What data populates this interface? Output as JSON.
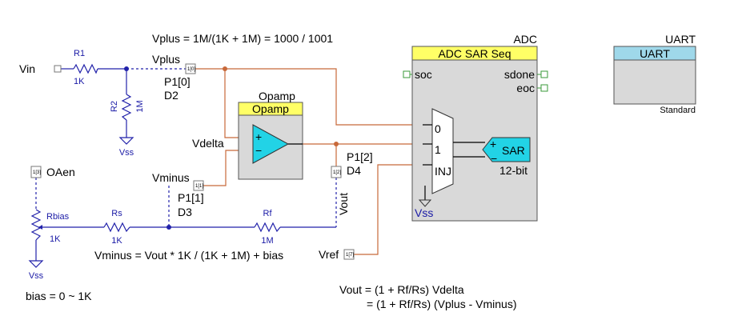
{
  "equations": {
    "vplus": "Vplus = 1M/(1K + 1M) = 1000 / 1001",
    "vminus": "Vminus = Vout * 1K / (1K + 1M) + bias",
    "bias": "bias = 0 ~ 1K",
    "vout1": "Vout = (1 + Rf/Rs) Vdelta",
    "vout2": "= (1 + Rf/Rs) (Vplus - Vminus)"
  },
  "nets": {
    "vin": "Vin",
    "vplus": "Vplus",
    "vdelta": "Vdelta",
    "vminus": "Vminus",
    "vout": "Vout",
    "vref": "Vref",
    "oaen": "OAen"
  },
  "components": {
    "r1": {
      "name": "R1",
      "value": "1K"
    },
    "r2": {
      "name": "R2",
      "value": "1M"
    },
    "rs": {
      "name": "Rs",
      "value": "1K"
    },
    "rf": {
      "name": "Rf",
      "value": "1M"
    },
    "rbias": {
      "name": "Rbias",
      "value": "1K"
    }
  },
  "grounds": {
    "vss_r2": "Vss",
    "vss_rbias": "Vss",
    "vss_adc": "Vss"
  },
  "pins": {
    "p10": "P1[0]",
    "d2": "D2",
    "p11": "P1[1]",
    "d3": "D3",
    "p12": "P1[2]",
    "d4": "D4",
    "tag_p10": "1[0]",
    "tag_p11": "1[1]",
    "tag_p12": "1[2]",
    "tag_oaen": "1[3]",
    "tag_vref": "1[7]"
  },
  "opamp": {
    "title": "Opamp",
    "header": "Opamp",
    "plus": "+",
    "minus": "−"
  },
  "adc": {
    "title": "ADC",
    "header": "ADC SAR Seq",
    "soc": "soc",
    "sdone": "sdone",
    "eoc": "eoc",
    "mux_in0": "0",
    "mux_in1": "1",
    "mux_inj": "INJ",
    "sar": "SAR",
    "sar_plus": "+",
    "sar_minus": "−",
    "bits": "12-bit",
    "vss": "Vss"
  },
  "uart": {
    "title": "UART",
    "header": "UART",
    "footer": "Standard"
  },
  "colors": {
    "wire_orange": "#c8693a",
    "wire_blue": "#2222aa",
    "header_yellow": "#ffff66",
    "body_gray": "#d9d9d9",
    "amp_cyan": "#22d3e6",
    "uart_header": "#9fd8ea"
  }
}
